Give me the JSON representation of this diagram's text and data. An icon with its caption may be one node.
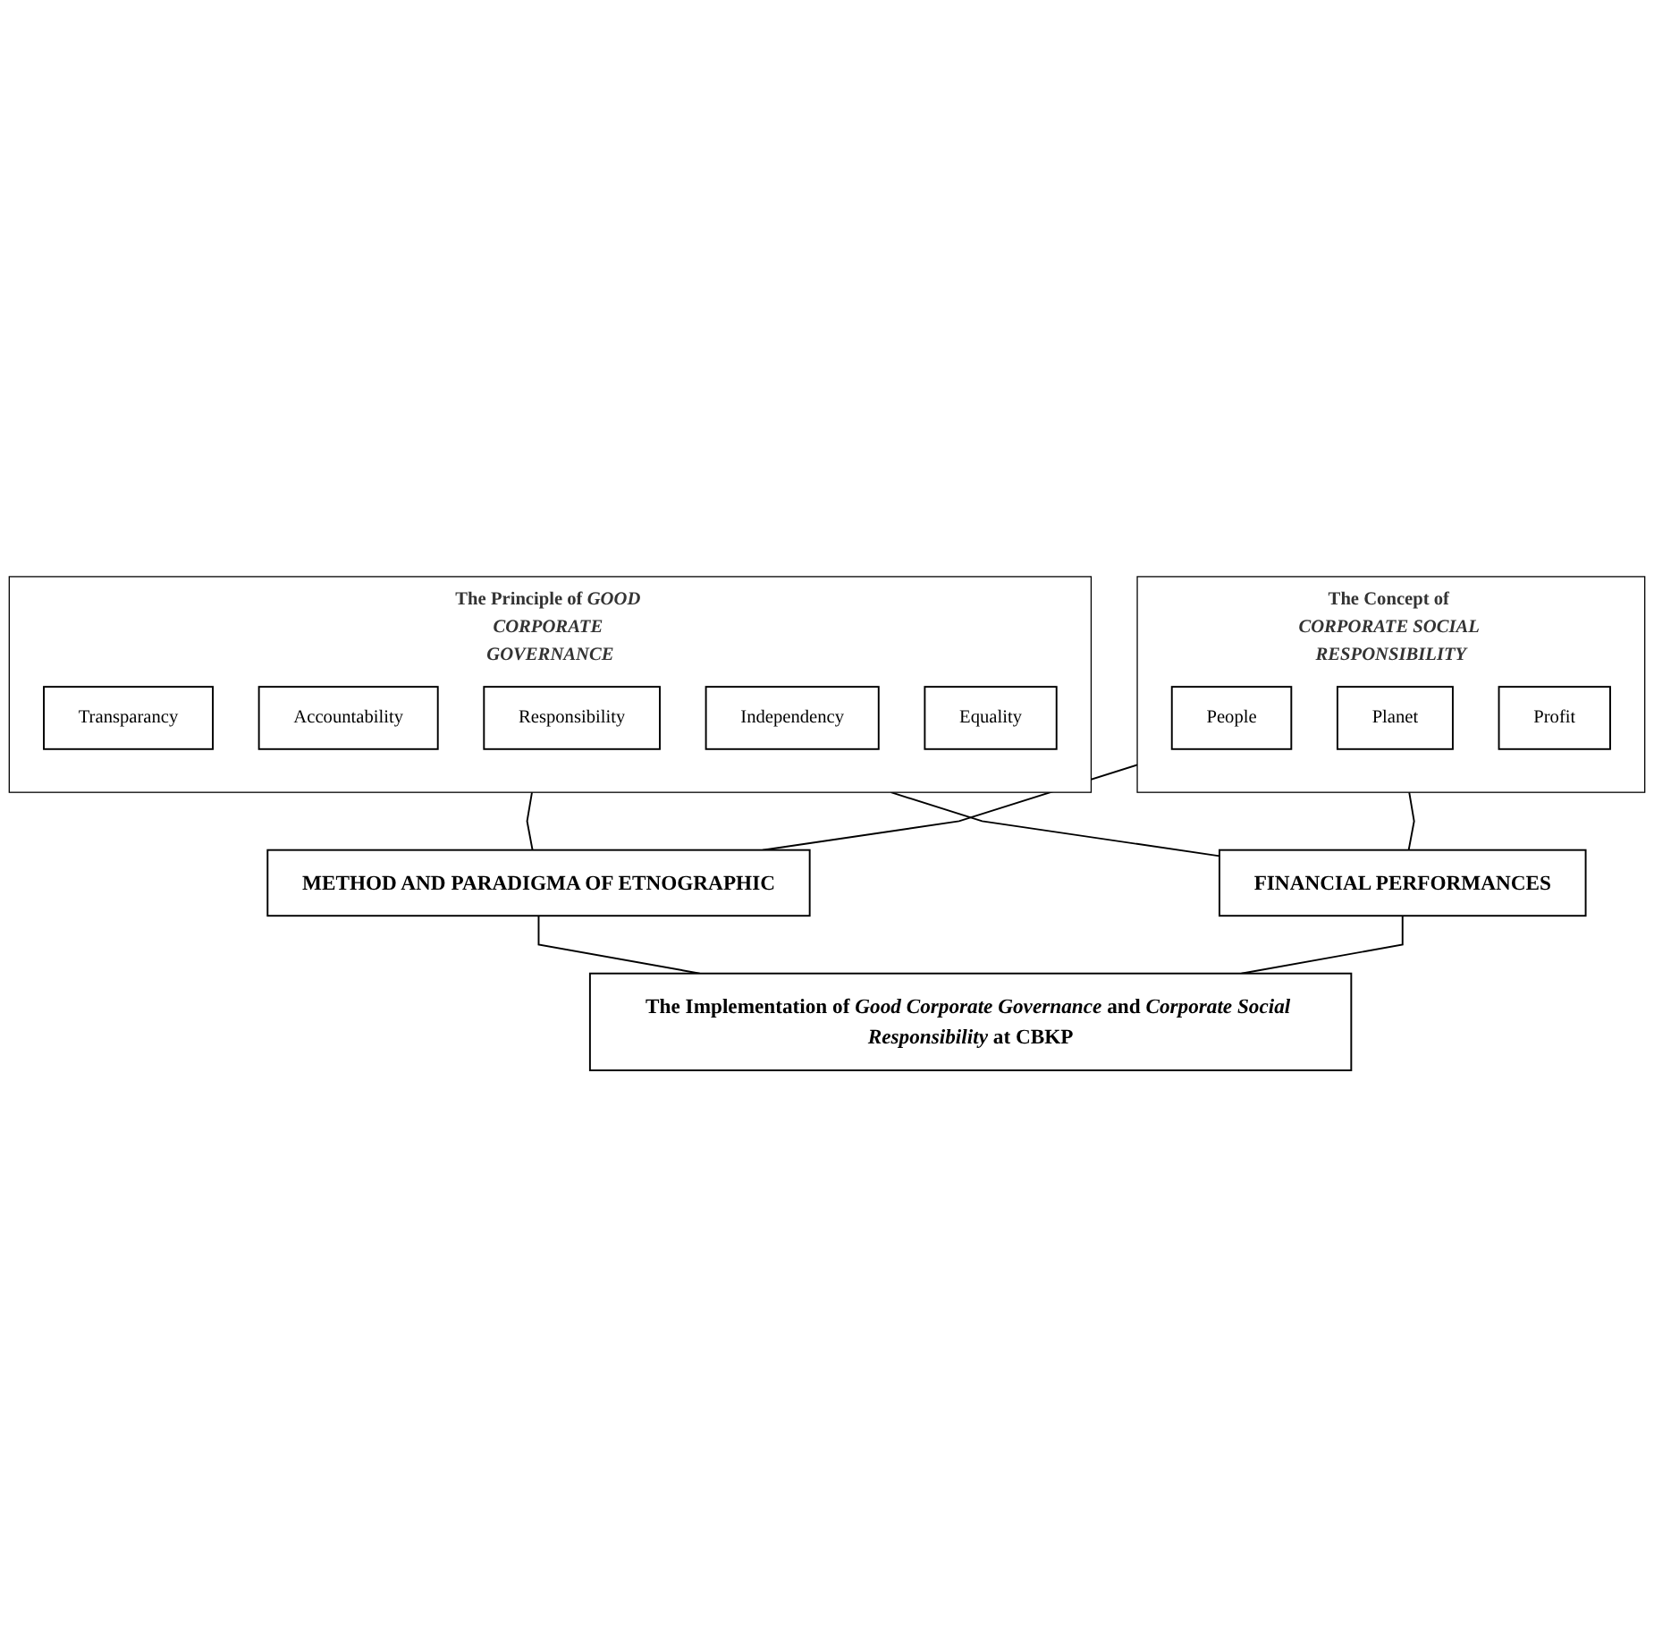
{
  "diagram": {
    "nodes": [
      {
        "text": [
          "The Principle of *GOOD CORPORATE GOVERNANCE*"
        ]
      },
      {
        "text": [
          "Transparancy"
        ],
        "in": 0
      },
      {
        "text": [
          "Accountability"
        ],
        "in": 0
      },
      {
        "text": [
          "Responsibility"
        ],
        "in": 0
      },
      {
        "text": [
          "Independency"
        ],
        "in": 0
      },
      {
        "text": [
          "Equality"
        ],
        "in": 0
      },
      {
        "text": [
          "The Concept of *CORPORATE SOCIAL RESPONSIBILITY*"
        ]
      },
      {
        "text": [
          "People"
        ],
        "in": 6
      },
      {
        "text": [
          "Planet"
        ],
        "in": 6
      },
      {
        "text": [
          "Profit"
        ],
        "in": 6
      },
      {
        "text": [
          "METHOD AND PARADIGMA OF ETNOGRAPHIC"
        ]
      },
      {
        "text": [
          "FINANCIAL PERFORMANCES"
        ]
      },
      {
        "text": [
          "The Implementation of *Good Corporate Governance* and *Corporate Social Responsibility* at CBKP"
        ]
      }
    ],
    "edges": [
      {
        "from": 0,
        "to": 10,
        "arrow": "none"
      },
      {
        "from": 0,
        "to": 11,
        "arrow": "none"
      },
      {
        "from": 6,
        "to": 10,
        "arrow": "none"
      },
      {
        "from": 6,
        "to": 11,
        "arrow": "none"
      },
      {
        "from": 10,
        "to": 12,
        "arrow": "none"
      },
      {
        "from": 11,
        "to": 12,
        "arrow": "none"
      }
    ]
  }
}
